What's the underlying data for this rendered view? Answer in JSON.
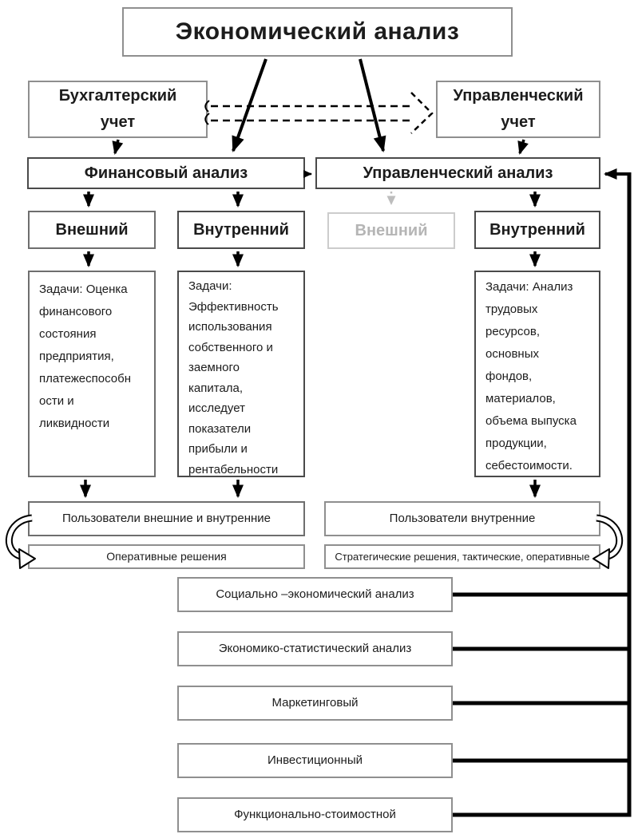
{
  "title": "Экономический анализ",
  "nodes": {
    "accounting": {
      "text": "Бухгалтерский\nучет"
    },
    "managerial_accounting": {
      "text": "Управленческий\nучет"
    },
    "financial_analysis": {
      "text": "Финансовый анализ"
    },
    "managerial_analysis": {
      "text": "Управленческий анализ"
    },
    "fin_external": {
      "text": "Внешний"
    },
    "fin_internal": {
      "text": "Внутренний"
    },
    "mgr_external": {
      "text": "Внешний"
    },
    "mgr_internal": {
      "text": "Внутренний"
    },
    "fin_external_tasks": {
      "text": "Задачи: Оценка\nфинансового\nсостояния\nпредприятия,\nплатежеспособн\nости и\nликвидности"
    },
    "fin_internal_tasks": {
      "text": "Задачи:\nЭффективность\nиспользования\nсобственного и\nзаемного\nкапитала,\nисследует\nпоказатели\nприбыли и\nрентабельности"
    },
    "mgr_internal_tasks": {
      "text": "Задачи: Анализ\nтрудовых\nресурсов,\nосновных\nфондов,\nматериалов,\nобъема выпуска\nпродукции,\nсебестоимости."
    },
    "users_left": {
      "text": "Пользователи внешние и внутренние"
    },
    "users_right": {
      "text": "Пользователи внутренние"
    },
    "decisions_left": {
      "text": "Оперативные решения"
    },
    "decisions_right": {
      "text": "Стратегические решения, тактические, оперативные"
    }
  },
  "analysis_types": [
    "Социально –экономический анализ",
    "Экономико-статистический анализ",
    "Маркетинговый",
    "Инвестиционный",
    "Функционально-стоимостной"
  ],
  "colors": {
    "line": "#000000",
    "border_light": "#8f8f8f",
    "border_dark": "#4a4a4a",
    "muted_gray": "#b5b5b5",
    "text": "#1c1c1c",
    "background": "#ffffff"
  }
}
